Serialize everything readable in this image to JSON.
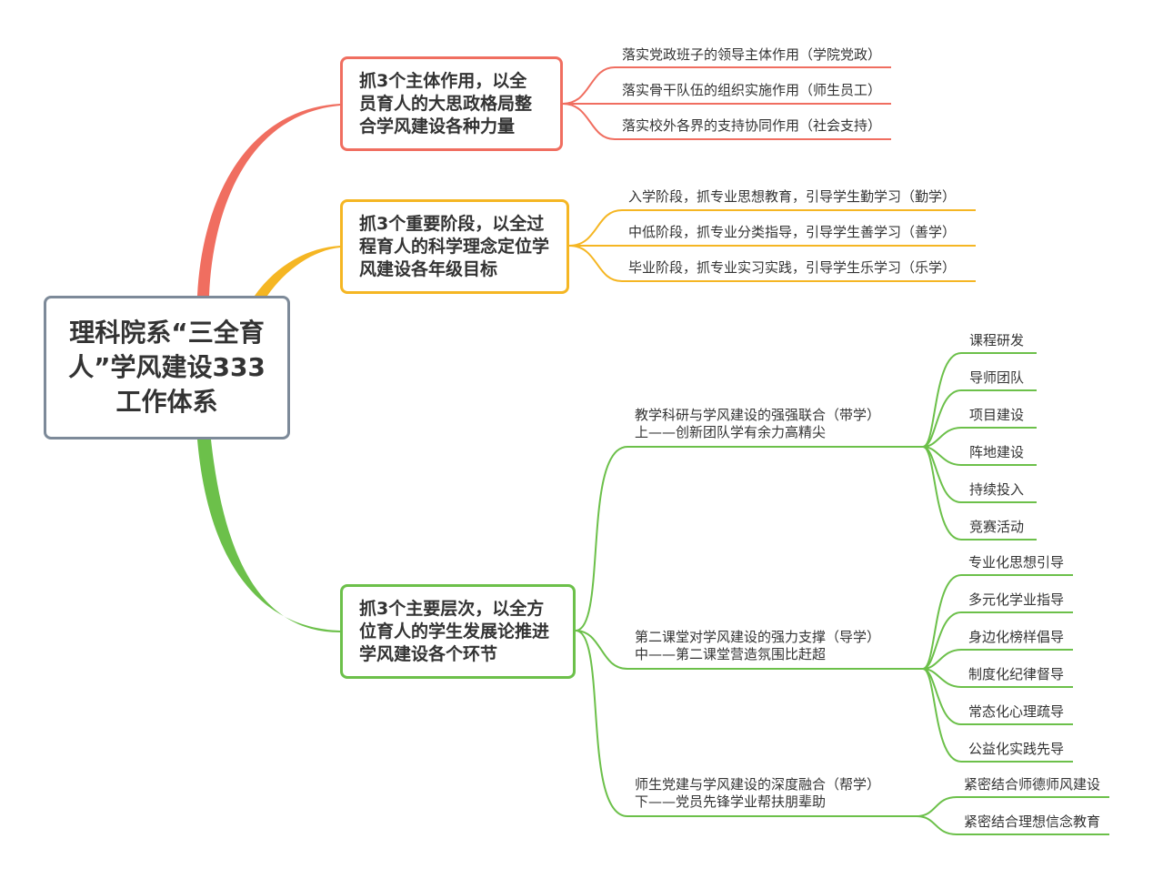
{
  "colors": {
    "red": "#f06e60",
    "orange": "#f5b623",
    "green": "#6cc04a",
    "root_border": "#7d8a99"
  },
  "root": {
    "title": "理科院系“三全育人”学风建设333工作体系"
  },
  "branches": [
    {
      "title": "抓3个主体作用，以全员育人的大思政格局整合学风建设各种力量",
      "items": [
        "落实党政班子的领导主体作用（学院党政）",
        "落实骨干队伍的组织实施作用（师生员工）",
        "落实校外各界的支持协同作用（社会支持）"
      ]
    },
    {
      "title": "抓3个重要阶段，以全过程育人的科学理念定位学风建设各年级目标",
      "items": [
        "入学阶段，抓专业思想教育，引导学生勤学习（勤学）",
        "中低阶段，抓专业分类指导，引导学生善学习（善学）",
        "毕业阶段，抓专业实习实践，引导学生乐学习（乐学）"
      ]
    },
    {
      "title": "抓3个主要层次，以全方位育人的学生发展论推进学风建设各个环节",
      "groups": [
        {
          "line1": "教学科研与学风建设的强强联合（带学）",
          "line2": "上——创新团队学有余力高精尖",
          "leaves": [
            "课程研发",
            "导师团队",
            "项目建设",
            "阵地建设",
            "持续投入",
            "竞赛活动"
          ]
        },
        {
          "line1": "第二课堂对学风建设的强力支撑（导学）",
          "line2": "中——第二课堂营造氛围比赶超",
          "leaves": [
            "专业化思想引导",
            "多元化学业指导",
            "身边化榜样倡导",
            "制度化纪律督导",
            "常态化心理疏导",
            "公益化实践先导"
          ]
        },
        {
          "line1": "师生党建与学风建设的深度融合（帮学）",
          "line2": "下——党员先锋学业帮扶朋辈助",
          "leaves": [
            "紧密结合师德师风建设",
            "紧密结合理想信念教育"
          ]
        }
      ]
    }
  ]
}
